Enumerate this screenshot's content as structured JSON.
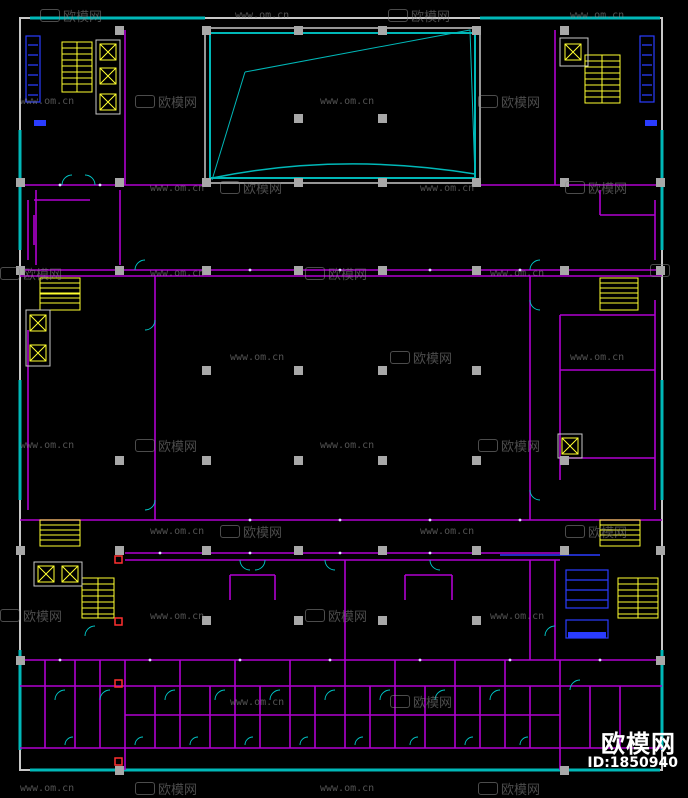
{
  "watermark": {
    "brand_cn": "欧模网",
    "url": "www.om.cn"
  },
  "footer": {
    "brand": "欧模网",
    "id_label": "ID:1850940"
  },
  "colors": {
    "wall": "#c8c8c8",
    "partition": "#b000d0",
    "window": "#00b8b8",
    "stairs": "#ffff30",
    "column": "#a8a8a8",
    "dimension": "#9aa0ff",
    "accent_red": "#ff3030",
    "fixture": "#2a3cff"
  },
  "icons": [
    "stair-symbol",
    "elevator-cross-icon",
    "door-swing-icon",
    "column-square-icon"
  ]
}
